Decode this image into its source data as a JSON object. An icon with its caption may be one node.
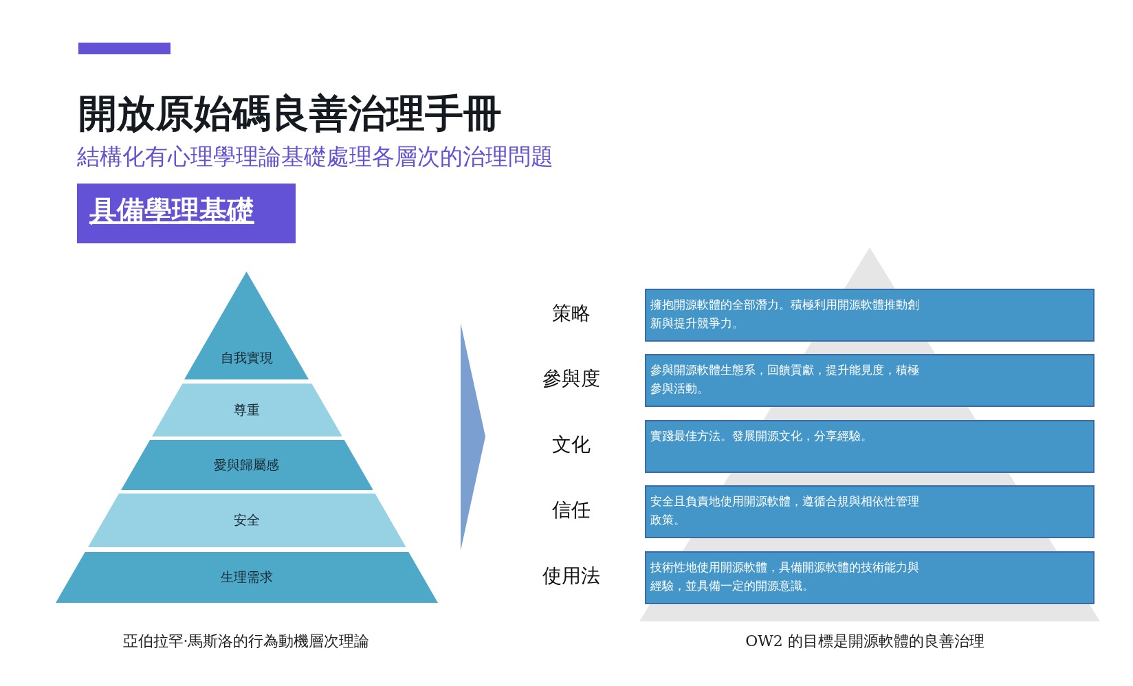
{
  "diagram": {
    "title": "開放原始碼良善治理手冊",
    "nodes": [
      {
        "text": [
          "具備學理基礎"
        ]
      },
      {
        "text": [
          "自我實現"
        ]
      },
      {
        "text": [
          "尊重"
        ]
      },
      {
        "text": [
          "愛與歸屬感"
        ]
      },
      {
        "text": [
          "安全"
        ]
      },
      {
        "text": [
          "生理需求"
        ]
      },
      {
        "text": [
          "擁抱開源軟體的全部潛力。積極利用開源軟體推動創新與提升競爭力。"
        ],
        "beside": [
          "策略"
        ]
      },
      {
        "text": [
          "參與開源軟體生態系，回饋貢獻，提升能見度，積極參與活動。"
        ],
        "beside": [
          "參與度"
        ]
      },
      {
        "text": [
          "實踐最佳方法。發展開源文化，分享經驗。"
        ],
        "beside": [
          "文化"
        ]
      },
      {
        "text": [
          "安全且負責地使用開源軟體，遵循合規與相依性管理政策。"
        ],
        "beside": [
          "信任"
        ]
      },
      {
        "text": [
          "技術性地使用開源軟體，具備開源軟體的技術能力與經驗，並具備一定的開源意識。"
        ],
        "beside": [
          "使用法"
        ]
      }
    ],
    "edges": [],
    "labels": [
      "結構化有心理學理論基礎處理各層次的治理問題",
      "亞伯拉罕·馬斯洛的行為動機層次理論",
      "OW2 的目標是開源軟體的良善治理"
    ]
  }
}
